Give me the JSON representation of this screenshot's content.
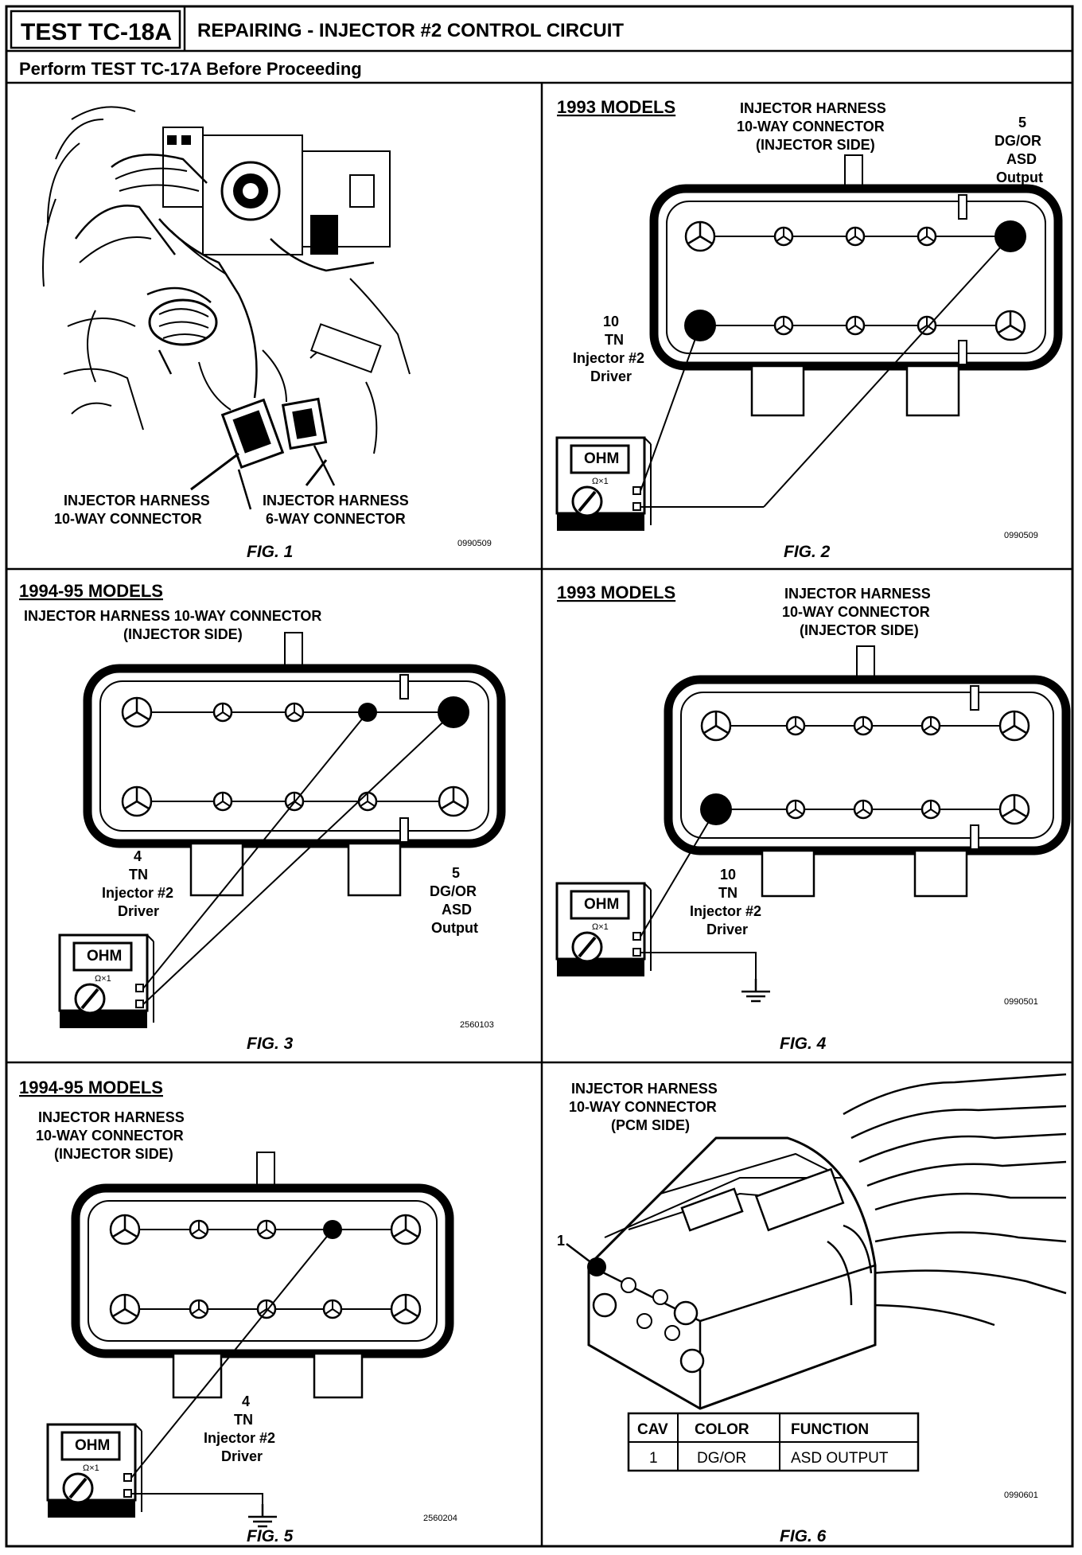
{
  "header": {
    "test_id": "TEST TC-18A",
    "title": "REPAIRING - INJECTOR #2 CONTROL CIRCUIT",
    "subtitle": "Perform TEST TC-17A Before Proceeding"
  },
  "fig1": {
    "caption": "FIG. 1",
    "code": "0990509",
    "label_left_1": "INJECTOR HARNESS",
    "label_left_2": "10-WAY CONNECTOR",
    "label_right_1": "INJECTOR HARNESS",
    "label_right_2": "6-WAY CONNECTOR"
  },
  "fig2": {
    "caption": "FIG. 2",
    "code": "0990509",
    "model": "1993 MODELS",
    "conn_1": "INJECTOR HARNESS",
    "conn_2": "10-WAY CONNECTOR",
    "conn_3": "(INJECTOR SIDE)",
    "pin_a_1": "5",
    "pin_a_2": "DG/OR",
    "pin_a_3": "ASD",
    "pin_a_4": "Output",
    "pin_b_1": "10",
    "pin_b_2": "TN",
    "pin_b_3": "Injector #2",
    "pin_b_4": "Driver",
    "meter": "OHM"
  },
  "fig3": {
    "caption": "FIG. 3",
    "code": "2560103",
    "model": "1994-95 MODELS",
    "conn_1": "INJECTOR HARNESS 10-WAY CONNECTOR",
    "conn_2": "(INJECTOR SIDE)",
    "pin_a_1": "4",
    "pin_a_2": "TN",
    "pin_a_3": "Injector #2",
    "pin_a_4": "Driver",
    "pin_b_1": "5",
    "pin_b_2": "DG/OR",
    "pin_b_3": "ASD",
    "pin_b_4": "Output",
    "meter": "OHM"
  },
  "fig4": {
    "caption": "FIG. 4",
    "code": "0990501",
    "model": "1993 MODELS",
    "conn_1": "INJECTOR HARNESS",
    "conn_2": "10-WAY CONNECTOR",
    "conn_3": "(INJECTOR SIDE)",
    "pin_a_1": "10",
    "pin_a_2": "TN",
    "pin_a_3": "Injector #2",
    "pin_a_4": "Driver",
    "meter": "OHM"
  },
  "fig5": {
    "caption": "FIG. 5",
    "code": "2560204",
    "model": "1994-95 MODELS",
    "conn_1": "INJECTOR HARNESS",
    "conn_2": "10-WAY CONNECTOR",
    "conn_3": "(INJECTOR SIDE)",
    "pin_a_1": "4",
    "pin_a_2": "TN",
    "pin_a_3": "Injector #2",
    "pin_a_4": "Driver",
    "meter": "OHM"
  },
  "fig6": {
    "caption": "FIG. 6",
    "code": "0990601",
    "conn_1": "INJECTOR HARNESS",
    "conn_2": "10-WAY CONNECTOR",
    "conn_3": "(PCM SIDE)",
    "cavity_callout": "1",
    "table": {
      "headers": [
        "CAV",
        "COLOR",
        "FUNCTION"
      ],
      "rows": [
        [
          "1",
          "DG/OR",
          "ASD OUTPUT"
        ]
      ]
    }
  }
}
